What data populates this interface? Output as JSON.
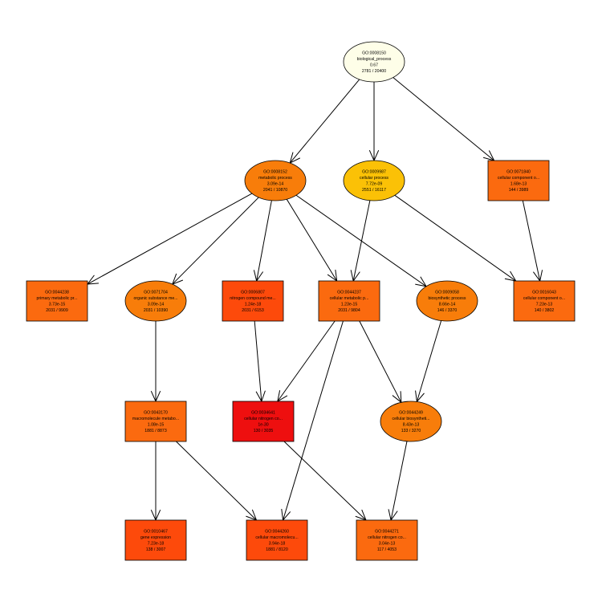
{
  "diagram": {
    "type": "GO term DAG",
    "nodes": [
      {
        "id": "GO:0008150",
        "shape": "ellipse",
        "fill": "#fefee8",
        "lines": [
          "GO:0008150",
          "biological_process",
          "0.67",
          "2781 / 20400"
        ]
      },
      {
        "id": "GO:0008152",
        "shape": "ellipse",
        "fill": "#f87d0a",
        "lines": [
          "GO:0008152",
          "metabolic process",
          "3.09e-14",
          "2041 / 10870"
        ]
      },
      {
        "id": "GO:0009987",
        "shape": "ellipse",
        "fill": "#fbc106",
        "lines": [
          "GO:0009987",
          "cellular process",
          "7.72e-09",
          "2551 / 16117"
        ]
      },
      {
        "id": "GO:0071840",
        "shape": "box",
        "fill": "#fb6a0f",
        "lines": [
          "GO:0071840",
          "cellular component o...",
          "1.68e-13",
          "144 / 3989"
        ]
      },
      {
        "id": "GO:0044238",
        "shape": "box",
        "fill": "#fb6a0f",
        "lines": [
          "GO:0044238",
          "primary metabolic pr...",
          "3.73e-15",
          "2031 / 9909"
        ]
      },
      {
        "id": "GO:0071704",
        "shape": "ellipse",
        "fill": "#f87d0a",
        "lines": [
          "GO:0071704",
          "organic substance me...",
          "3.09e-14",
          "2031 / 10390"
        ]
      },
      {
        "id": "GO:0006807",
        "shape": "box",
        "fill": "#fd4a0b",
        "lines": [
          "GO:0006807",
          "nitrogen compound me...",
          "1.24e-18",
          "2031 / 6153"
        ]
      },
      {
        "id": "GO:0044237",
        "shape": "box",
        "fill": "#fb6a0f",
        "lines": [
          "GO:0044237",
          "cellular metabolic p...",
          "1.23e-15",
          "2031 / 9804"
        ]
      },
      {
        "id": "GO:0009058",
        "shape": "ellipse",
        "fill": "#f87d0a",
        "lines": [
          "GO:0009058",
          "biosynthetic process",
          "8.66e-14",
          "146 / 3370"
        ]
      },
      {
        "id": "GO:0016043",
        "shape": "box",
        "fill": "#fb6a0f",
        "lines": [
          "GO:0016043",
          "cellular component o...",
          "7.23e-13",
          "140 / 3802"
        ]
      },
      {
        "id": "GO:0043170",
        "shape": "box",
        "fill": "#fb6a0f",
        "lines": [
          "GO:0043170",
          "macromolecule metabo...",
          "1.08e-15",
          "1881 / 8873"
        ]
      },
      {
        "id": "GO:0034641",
        "shape": "box",
        "fill": "#ee0f0f",
        "lines": [
          "GO:0034641",
          "cellular nitrogen co...",
          "1e-30",
          "130 / 3035"
        ]
      },
      {
        "id": "GO:0044249",
        "shape": "ellipse",
        "fill": "#f87d0a",
        "lines": [
          "GO:0044249",
          "cellular biosyntheti...",
          "8.43e-13",
          "133 / 3270"
        ]
      },
      {
        "id": "GO:0010467",
        "shape": "box",
        "fill": "#fd4a0b",
        "lines": [
          "GO:0010467",
          "gene expression",
          "7.23e-18",
          "138 / 3007"
        ]
      },
      {
        "id": "GO:0044260",
        "shape": "box",
        "fill": "#fd4a0b",
        "lines": [
          "GO:0044260",
          "cellular macromolecu...",
          "3.94e-18",
          "1881 / 8120"
        ]
      },
      {
        "id": "GO:0044271",
        "shape": "box",
        "fill": "#fb6a0f",
        "lines": [
          "GO:0044271",
          "cellular nitrogen co...",
          "3.04e-13",
          "117 / 4053"
        ]
      }
    ],
    "edges": [
      {
        "from": "GO:0008150",
        "to": "GO:0008152"
      },
      {
        "from": "GO:0008150",
        "to": "GO:0009987"
      },
      {
        "from": "GO:0008150",
        "to": "GO:0071840"
      },
      {
        "from": "GO:0008152",
        "to": "GO:0044238"
      },
      {
        "from": "GO:0008152",
        "to": "GO:0071704"
      },
      {
        "from": "GO:0008152",
        "to": "GO:0006807"
      },
      {
        "from": "GO:0008152",
        "to": "GO:0044237"
      },
      {
        "from": "GO:0008152",
        "to": "GO:0009058"
      },
      {
        "from": "GO:0009987",
        "to": "GO:0044237"
      },
      {
        "from": "GO:0009987",
        "to": "GO:0016043"
      },
      {
        "from": "GO:0071840",
        "to": "GO:0016043"
      },
      {
        "from": "GO:0071704",
        "to": "GO:0043170"
      },
      {
        "from": "GO:0006807",
        "to": "GO:0034641"
      },
      {
        "from": "GO:0044237",
        "to": "GO:0034641"
      },
      {
        "from": "GO:0044237",
        "to": "GO:0044260"
      },
      {
        "from": "GO:0044237",
        "to": "GO:0044249"
      },
      {
        "from": "GO:0009058",
        "to": "GO:0044249"
      },
      {
        "from": "GO:0043170",
        "to": "GO:0010467"
      },
      {
        "from": "GO:0043170",
        "to": "GO:0044260"
      },
      {
        "from": "GO:0034641",
        "to": "GO:0044271"
      },
      {
        "from": "GO:0044249",
        "to": "GO:0044271"
      }
    ]
  }
}
